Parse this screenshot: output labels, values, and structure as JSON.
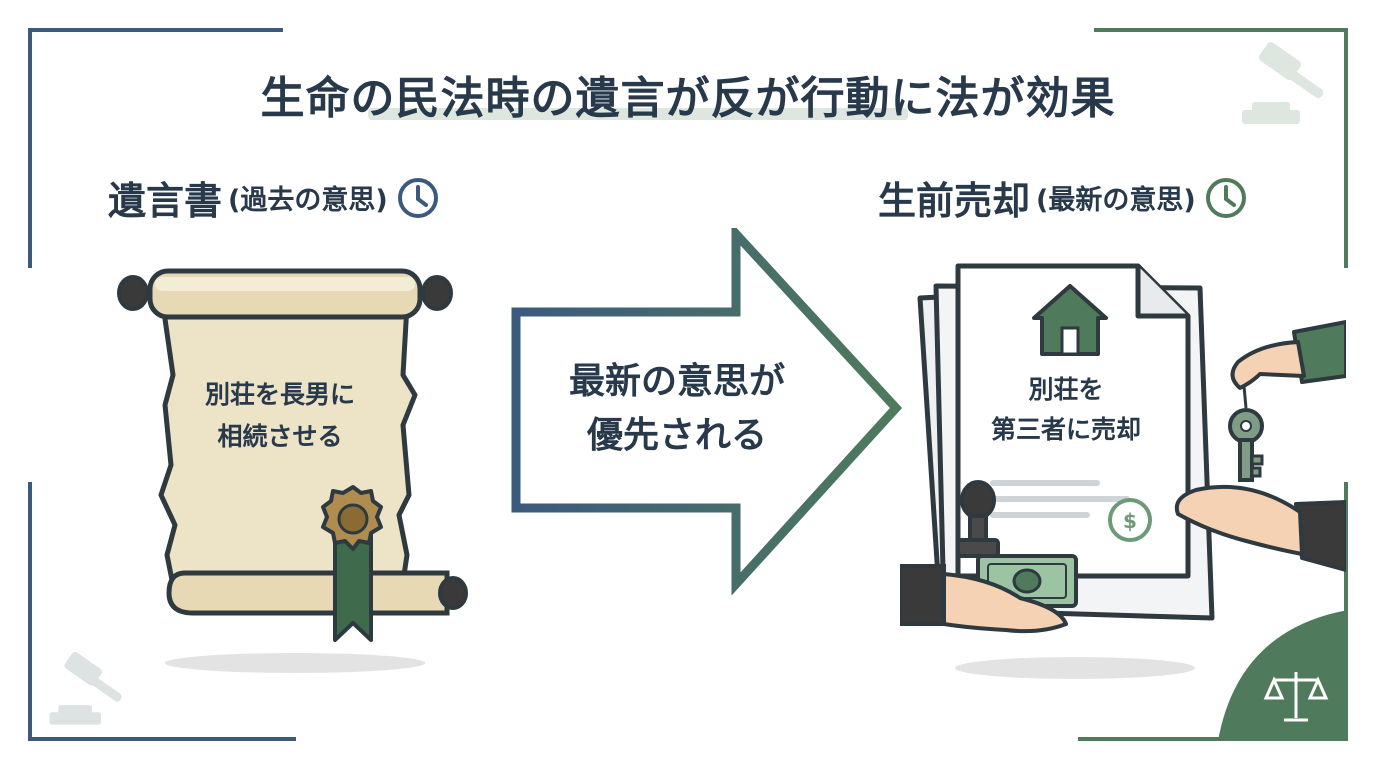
{
  "title": "生命の民法時の遺言が反が行動に法が効果",
  "left": {
    "heading": "遺言書",
    "sub": "(過去の意思)",
    "scroll_lines": [
      "別荘を長男に",
      "相続させる"
    ]
  },
  "right": {
    "heading": "生前売却",
    "sub": "(最新の意思)",
    "doc_lines": [
      "別荘を",
      "第三者に売却"
    ]
  },
  "arrow": {
    "lines": [
      "最新の意思が",
      "優先される"
    ]
  },
  "icons": [
    "gavel-icon",
    "clock-icon",
    "scroll-icon",
    "wax-seal-icon",
    "arrow-icon",
    "house-icon",
    "stamp-icon",
    "money-icon",
    "key-icon",
    "hand-icon",
    "scales-icon"
  ],
  "colors": {
    "navy": "#27394a",
    "blue": "#3c5a7e",
    "green": "#4f7a5c",
    "dark_green": "#3f6a4c",
    "parchment": "#ede3c6",
    "skin": "#f4d2b3"
  }
}
